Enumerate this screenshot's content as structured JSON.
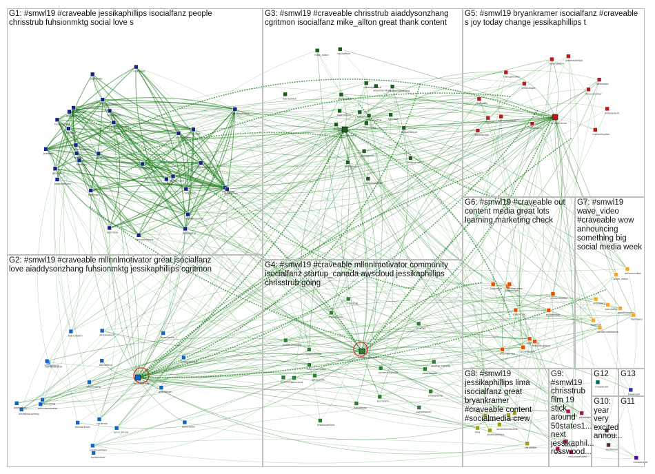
{
  "graph_title": "",
  "groups": [
    {
      "id": "G1",
      "label": "G1: #smwl19 #craveable jessikaphillips isocialfanz people chrisstrub fuhsionmktg social love s",
      "color": "#1a237e"
    },
    {
      "id": "G2",
      "label": "G2: #smwl19 #craveable mllnnlmotivator great isocialfanz love aiaddysonzhang fuhsionmktg jessikaphillips cgritmon",
      "color": "#1565c0"
    },
    {
      "id": "G3",
      "label": "G3: #smwl19 #craveable chrisstrub aiaddysonzhang cgritmon isocialfanz mike_allton great thank content",
      "color": "#1b5e20"
    },
    {
      "id": "G4",
      "label": "G4: #smwl19 #craveable mllnnlmotivator community isocialfanz startup_canada awscloud jessikaphillips chrisstrub going",
      "color": "#2e7d32"
    },
    {
      "id": "G5",
      "label": "G5: #smwl19 bryankramer isocialfanz #craveable s joy today change jessikaphillips t",
      "color": "#b71c1c"
    },
    {
      "id": "G6",
      "label": "G6: #smwl19 #craveable out content media great lots learning marketing check",
      "color": "#e65100"
    },
    {
      "id": "G7",
      "label": "G7: #smwl19 wave_video #craveable wow announcing something big social media week",
      "color": "#f9a825"
    },
    {
      "id": "G8",
      "label": "G8: #smwl19 jessikaphillips lima isocialfanz great bryankramer #craveable content #socialmedia crew",
      "color": "#9e9d24"
    },
    {
      "id": "G9",
      "label": "G9: #smwl19 chrisstrub film 19 stick around 50states1... next jessikaphil... rosswood...",
      "color": "#ad1457"
    },
    {
      "id": "G10",
      "label": "G10: year very excited annou...",
      "color": "#4e342e"
    },
    {
      "id": "G11",
      "label": "G11",
      "color": "#4a148c"
    },
    {
      "id": "G12",
      "label": "G12",
      "color": "#00695c"
    },
    {
      "id": "G13",
      "label": "G13",
      "color": "#283593"
    }
  ],
  "nodes": {
    "G1": [
      "jcjsaves",
      "ambersasd",
      "gsupdaru",
      "mr_vanity",
      "jessicwill",
      "acornrise",
      "thedecaycrhfq",
      "dimsumtocen",
      "tanyawelsh",
      "fuhsionmktg",
      "isocialfanz",
      "jessikaphillips",
      "chrisstrub",
      "bhcreativeliv",
      "jasonbarnard",
      "amandajdavis",
      "lisahyoung",
      "kimgarst",
      "dmscott",
      "wendymoulton",
      "hastings",
      "virbowman",
      "shannonbrady",
      "ammie",
      "jeffsheehan",
      "nickkellet",
      "kaseypt",
      "heidicohen",
      "neilschaefer",
      "teafidelity",
      "saleswit"
    ],
    "G2": [
      "mllnnlmotivator",
      "aiaddysonzhang",
      "fuhsionmktg",
      "cgritmon",
      "isocialfanz",
      "jessikaphillips",
      "lisaschmidt",
      "kimberlydeal",
      "shamsayed",
      "rossrossing",
      "themarkhub",
      "jenni_bruno",
      "biancabalm",
      "mcwhitener",
      "allenbrown",
      "cynthiabrand",
      "kellyrowan",
      "josephkim",
      "socialbrand"
    ],
    "G3": [
      "chrisstrub",
      "aiaddysonzhang",
      "cgritmon",
      "isocialfanz",
      "mike_allton",
      "jessikaphillips",
      "dlstrategy",
      "pfmarketing",
      "mariasmith",
      "amyschmittau",
      "digitalmark",
      "brandlove",
      "thesocialhub",
      "cmiquotes",
      "rebekahradice",
      "jennlpeck",
      "melonielyn",
      "socialsally"
    ],
    "G4": [
      "mllnnlmotivator",
      "startup_canada",
      "awscloud",
      "jessikaphillips",
      "chrisstrub",
      "isocialfanz",
      "smwtoronto",
      "communitybuild",
      "techstars",
      "ventureslab",
      "grhbrands",
      "buildmarketing",
      "mowsmedia",
      "sproutsocial",
      "smwlondon",
      "smwnyc",
      "hootsuite"
    ],
    "G5": [
      "bryankramer",
      "isocialfanz",
      "jessikaphillips",
      "joyfulday",
      "changemaker",
      "kimpuglia",
      "lindarastelli",
      "dmeidinger",
      "teresaheath",
      "jeffreyharrison",
      "katewood",
      "marketingdan",
      "sarahkcook"
    ],
    "G6": [
      "contentgal",
      "mediamaven",
      "learnmktg",
      "checkitout",
      "martechtoday",
      "socialtoday",
      "marketingland",
      "growthhack",
      "amandarose",
      "tomdoyle"
    ],
    "G7": [
      "wave_video",
      "socialmediaweek",
      "announcebot",
      "somethingbig",
      "videomktg",
      "wowcast",
      "storyteller",
      "mediapro"
    ],
    "G8": [
      "lima",
      "bryankramer",
      "jessikaphillips",
      "socialmediacrew",
      "craveable",
      "contentcrew",
      "limasocial"
    ],
    "G9": [
      "chrisstrub",
      "50states1",
      "rosswoodhams",
      "jessikaphil",
      "filmfan"
    ],
    "G10": [
      "yearahead",
      "excitedone"
    ],
    "G11": [
      "smwpeople"
    ],
    "G12": [
      "craveteam"
    ],
    "G13": [
      "smwteam"
    ]
  },
  "hubs": [
    {
      "name": "fuhsionmktg",
      "group": "G2"
    },
    {
      "name": "mllnnlmotivator",
      "group": "G4"
    },
    {
      "name": "isocialfanz",
      "group": "G3"
    },
    {
      "name": "bryankramer",
      "group": "G5"
    }
  ],
  "edge_color": "#1e7d1e",
  "self_loop_color": "#d32f2f"
}
